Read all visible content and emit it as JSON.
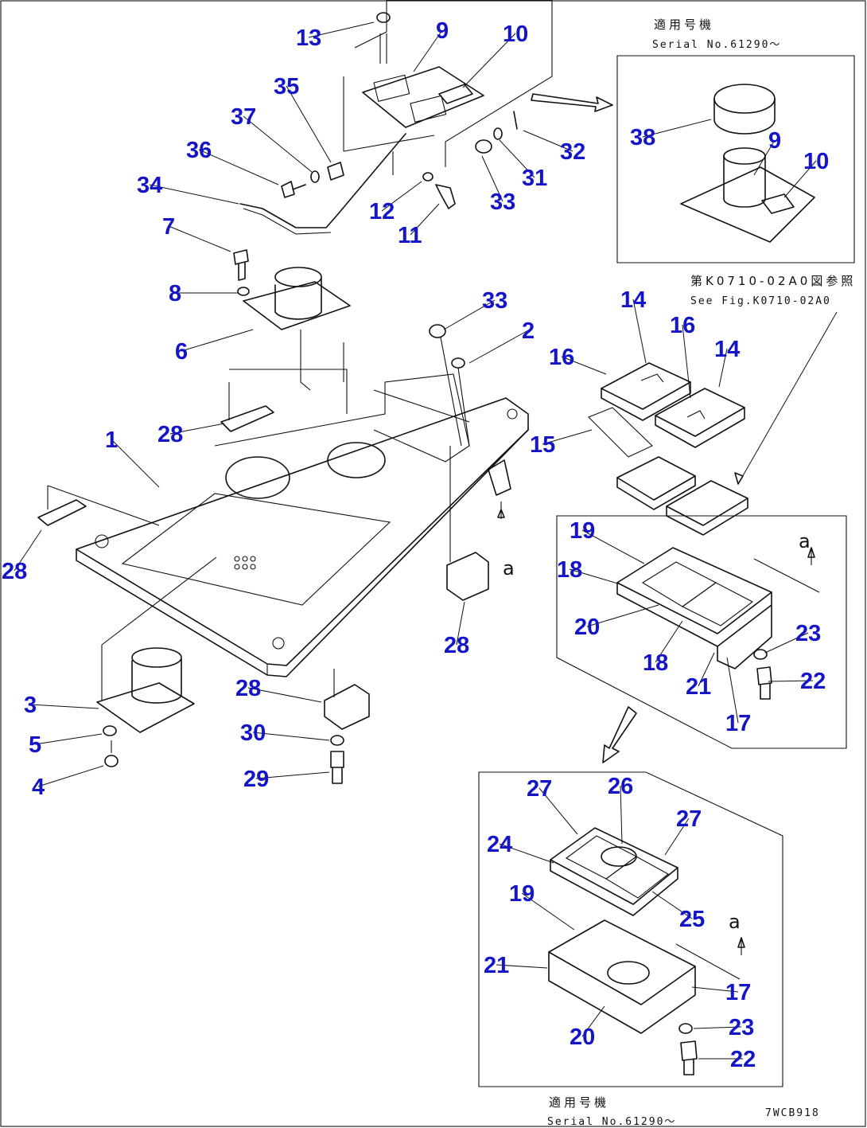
{
  "diagram": {
    "drawing_code": "7WCB918",
    "notes": {
      "top_right_jp": "適用号機",
      "top_right_serial": "Serial No.61290～",
      "see_fig_jp": "第K0710-02A0図参照",
      "see_fig_en": "See Fig.K0710-02A0",
      "bottom_jp": "適用号機",
      "bottom_serial": "Serial No.61290～"
    },
    "view_letter": "a",
    "callouts": [
      {
        "id": "c1",
        "label": "1"
      },
      {
        "id": "c2",
        "label": "2"
      },
      {
        "id": "c3",
        "label": "3"
      },
      {
        "id": "c4",
        "label": "4"
      },
      {
        "id": "c5",
        "label": "5"
      },
      {
        "id": "c6",
        "label": "6"
      },
      {
        "id": "c7",
        "label": "7"
      },
      {
        "id": "c8",
        "label": "8"
      },
      {
        "id": "c9",
        "label": "9"
      },
      {
        "id": "c9b",
        "label": "9"
      },
      {
        "id": "c10",
        "label": "10"
      },
      {
        "id": "c10b",
        "label": "10"
      },
      {
        "id": "c11",
        "label": "11"
      },
      {
        "id": "c12",
        "label": "12"
      },
      {
        "id": "c13",
        "label": "13"
      },
      {
        "id": "c14",
        "label": "14"
      },
      {
        "id": "c14b",
        "label": "14"
      },
      {
        "id": "c15",
        "label": "15"
      },
      {
        "id": "c16",
        "label": "16"
      },
      {
        "id": "c16b",
        "label": "16"
      },
      {
        "id": "c17",
        "label": "17"
      },
      {
        "id": "c17b",
        "label": "17"
      },
      {
        "id": "c18",
        "label": "18"
      },
      {
        "id": "c18b",
        "label": "18"
      },
      {
        "id": "c19",
        "label": "19"
      },
      {
        "id": "c19b",
        "label": "19"
      },
      {
        "id": "c20",
        "label": "20"
      },
      {
        "id": "c20b",
        "label": "20"
      },
      {
        "id": "c21",
        "label": "21"
      },
      {
        "id": "c21b",
        "label": "21"
      },
      {
        "id": "c22",
        "label": "22"
      },
      {
        "id": "c22b",
        "label": "22"
      },
      {
        "id": "c23",
        "label": "23"
      },
      {
        "id": "c23b",
        "label": "23"
      },
      {
        "id": "c24",
        "label": "24"
      },
      {
        "id": "c25",
        "label": "25"
      },
      {
        "id": "c26",
        "label": "26"
      },
      {
        "id": "c27",
        "label": "27"
      },
      {
        "id": "c27b",
        "label": "27"
      },
      {
        "id": "c28a",
        "label": "28"
      },
      {
        "id": "c28b",
        "label": "28"
      },
      {
        "id": "c28c",
        "label": "28"
      },
      {
        "id": "c28d",
        "label": "28"
      },
      {
        "id": "c29",
        "label": "29"
      },
      {
        "id": "c30",
        "label": "30"
      },
      {
        "id": "c31",
        "label": "31"
      },
      {
        "id": "c32",
        "label": "32"
      },
      {
        "id": "c33",
        "label": "33"
      },
      {
        "id": "c33b",
        "label": "33"
      },
      {
        "id": "c34",
        "label": "34"
      },
      {
        "id": "c35",
        "label": "35"
      },
      {
        "id": "c36",
        "label": "36"
      },
      {
        "id": "c37",
        "label": "37"
      },
      {
        "id": "c38",
        "label": "38"
      }
    ]
  }
}
